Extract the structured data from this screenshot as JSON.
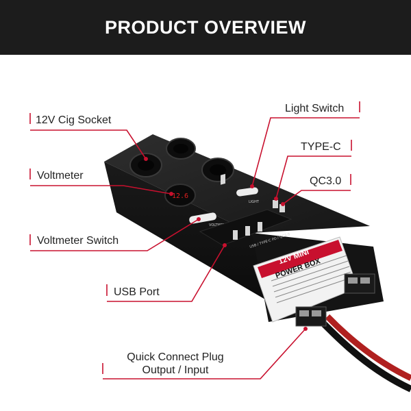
{
  "header": {
    "title": "PRODUCT OVERVIEW",
    "bg_color": "#1c1c1c"
  },
  "accent_color": "#c8102e",
  "product": {
    "brand_line1": "12V MINI",
    "brand_line2": "POWER BOX",
    "voltmeter_panel_label": "VOLTMETER",
    "light_panel_label": "LIGHT",
    "usb_panel_label": "USB / TYPE-C PD / QC3.0",
    "voltmeter_reading": "12.6"
  },
  "callouts": {
    "cig_socket": "12V Cig Socket",
    "voltmeter": "Voltmeter",
    "voltmeter_switch": "Voltmeter Switch",
    "usb_port": "USB Port",
    "light_switch": "Light Switch",
    "type_c": "TYPE-C",
    "qc30": "QC3.0",
    "quick_connect_line1": "Quick Connect Plug",
    "quick_connect_line2": "Output / Input"
  }
}
